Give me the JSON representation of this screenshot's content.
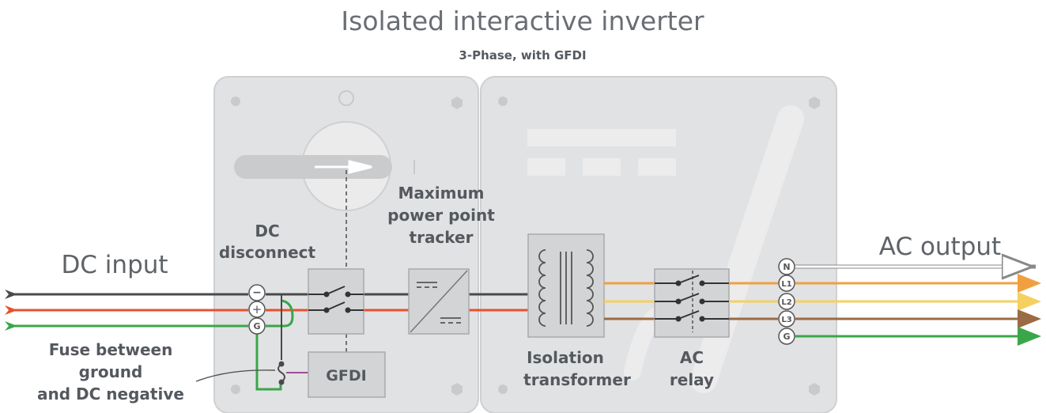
{
  "title": "Isolated interactive inverter",
  "subtitle": "3-Phase, with GFDI",
  "dc_input_label": "DC input",
  "ac_output_label": "AC output",
  "components": {
    "dc_disconnect": [
      "DC",
      "disconnect"
    ],
    "mppt": [
      "Maximum",
      "power point",
      "tracker"
    ],
    "gfdi": "GFDI",
    "isolation_transformer": [
      "Isolation",
      "transformer"
    ],
    "ac_relay": [
      "AC",
      "relay"
    ],
    "fuse": [
      "Fuse between",
      "ground",
      "and DC negative"
    ]
  },
  "dc_terminals": [
    "−",
    "+",
    "G"
  ],
  "ac_terminals": [
    "N",
    "L1",
    "L2",
    "L3",
    "G"
  ],
  "colors": {
    "dc_negative": "#4a4a4a",
    "dc_positive": "#e8502e",
    "ground": "#3aa64a",
    "l1": "#f0a040",
    "l2": "#f5d060",
    "l3": "#9a6b45",
    "neutral": "#ffffff",
    "gfdi_link": "#9b4f96",
    "panel": "#e1e2e4"
  }
}
